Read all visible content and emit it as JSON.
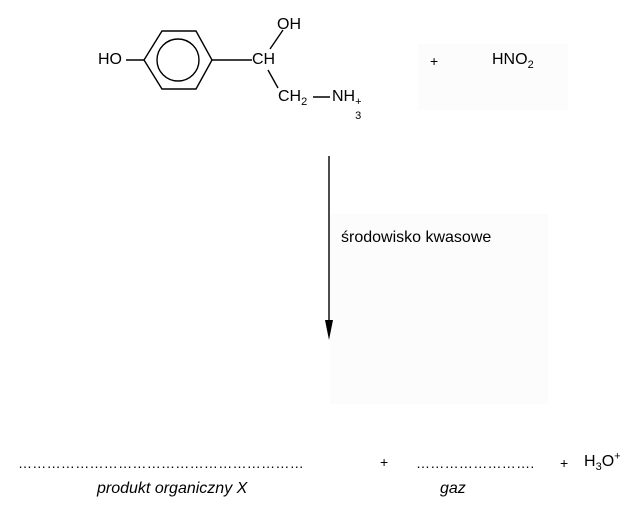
{
  "molecule": {
    "ho": "HO",
    "oh": "OH",
    "ch": "CH",
    "ch2": {
      "base": "CH",
      "sub": "2"
    },
    "nh3": {
      "base": "NH",
      "sub": "3",
      "sup": "+"
    }
  },
  "reagent": {
    "plus": "+",
    "formula": {
      "base": "HNO",
      "sub": "2"
    }
  },
  "condition": "środowisko kwasowe",
  "products": {
    "blank1_dots": "……………………………………………………",
    "blank1_label": "produkt organiczny X",
    "plus1": "+",
    "blank2_dots": "…………………….",
    "blank2_label": "gaz",
    "plus2": "+",
    "hydronium": {
      "h": "H",
      "sub": "3",
      "o": "O",
      "sup": "+"
    }
  }
}
